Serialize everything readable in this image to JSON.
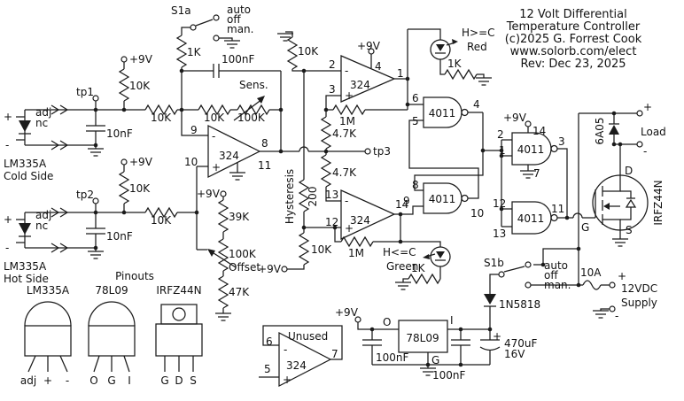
{
  "title": {
    "l1": "12 Volt Differential",
    "l2": "Temperature Controller",
    "l3": "(c)2025 G. Forrest Cook",
    "l4": "www.solorb.com/elect",
    "l5": "Rev: Dec 23, 2025"
  },
  "values": {
    "v9": "+9V",
    "r10k": "10K",
    "r1k": "1K",
    "r100k": "100K",
    "r47k": "47K",
    "r39k": "39K",
    "r4k7": "4.7K",
    "r1m": "1M",
    "r200": "200",
    "c100n": "100nF",
    "c10n": "10nF",
    "c470u": "470uF",
    "v16": "16V",
    "opamp": "324",
    "nand": "4011",
    "plus": "+",
    "minus": "-"
  },
  "pins": {
    "p1": "1",
    "p2": "2",
    "p3": "3",
    "p4": "4",
    "p5": "5",
    "p6": "6",
    "p7": "7",
    "p8": "8",
    "p9": "9",
    "p10": "10",
    "p11": "11",
    "p12": "12",
    "p13": "13",
    "p14": "14"
  },
  "labels": {
    "s1a": "S1a",
    "s1b": "S1b",
    "auto": "auto",
    "off": "off",
    "man": "man.",
    "sens": "Sens.",
    "hysteresis": "Hysteresis",
    "offset": "Offset",
    "tp1": "tp1",
    "tp2": "tp2",
    "tp3": "tp3",
    "adj": "adj",
    "nc": "nc",
    "lm335a": "LM335A",
    "cold": "Cold Side",
    "hot": "Hot Side",
    "pinouts": "Pinouts",
    "reg": "78L09",
    "fet": "IRFZ44N",
    "unused": "Unused",
    "red_cond": "H>=C",
    "red": "Red",
    "green_cond": "H<=C",
    "green": "Green",
    "diode_out": "6A05",
    "load": "Load",
    "schottky": "1N5818",
    "fuse": "10A",
    "supply1": "12VDC",
    "supply2": "Supply",
    "d": "D",
    "s": "S",
    "g": "G",
    "o": "O",
    "i": "I"
  }
}
